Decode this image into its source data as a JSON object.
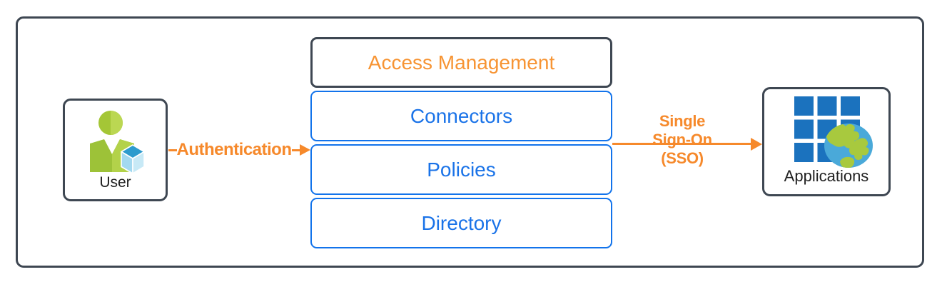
{
  "diagram": {
    "title": "SSO access management flow",
    "colors": {
      "orange": "#F6892B",
      "orange_light": "#F79433",
      "blue_text": "#1A73E8",
      "blue_border": "#1273EB",
      "dark_border": "#3E4752",
      "label_text": "#1F1F1F",
      "grid_blue": "#1B72BE",
      "globe_blue": "#4AA9D9",
      "globe_green": "#A8C93E",
      "person_green": "#A5C73A",
      "cube_blue_top": "#2D9BCD",
      "cube_blue_light": "#A3D9F0"
    },
    "nodes": {
      "user": {
        "label": "User",
        "icon": "user-person-with-cube-icon"
      },
      "applications": {
        "label": "Applications",
        "icon": "app-grid-with-globe-icon"
      }
    },
    "stack": {
      "items": [
        {
          "id": "access-management",
          "label": "Access Management"
        },
        {
          "id": "connectors",
          "label": "Connectors"
        },
        {
          "id": "policies",
          "label": "Policies"
        },
        {
          "id": "directory",
          "label": "Directory"
        }
      ]
    },
    "arrows": {
      "authentication": {
        "label": "Authentication",
        "direction": "user-to-stack"
      },
      "sso": {
        "lines": [
          "Single",
          "Sign-On",
          "(SSO)"
        ],
        "direction": "stack-to-applications"
      }
    }
  }
}
